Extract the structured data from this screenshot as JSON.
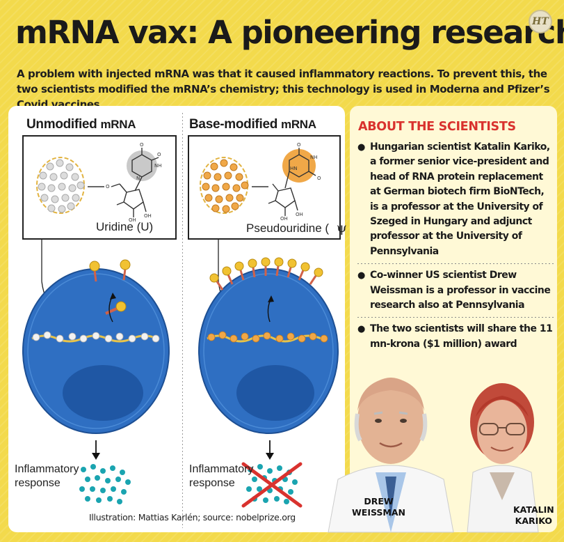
{
  "header": {
    "title": "mRNA vax: A pioneering research",
    "logo_text": "HT",
    "subtitle": "A problem with injected mRNA was that it caused inflammatory reactions. To prevent this, the two scientists modified the mRNA’s chemistry; this technology is used in Moderna and Pfizer’s Covid vaccines"
  },
  "left_column": {
    "heading_main": "Unmodified ",
    "heading_rna": "mRNA",
    "molecule_label": "Uridine (U)",
    "response_label_1": "Inflammatory",
    "response_label_2": "response"
  },
  "right_column": {
    "heading_main": "Base-modified ",
    "heading_rna": "mRNA",
    "molecule_label": "Pseudouridine (",
    "molecule_symbol": "ψ",
    "response_label_1": "Inflammatory",
    "response_label_2": "response"
  },
  "credit": "Illustration: Mattias Karlén; source: nobelprize.org",
  "about": {
    "heading": "ABOUT THE SCIENTISTS",
    "bullets": [
      "Hungarian scientist Katalin Kariko, a former senior vice-president and head of RNA protein replacement at German biotech firm BioNTech, is a professor at the University of Szeged in Hungary and adjunct professor at the University of Pennsylvania",
      "Co-winner US scientist Drew Weissman is a professor in vaccine research also at Pennsylvania",
      "The two scientists will share the 11 mn-krona ($1 million) award"
    ]
  },
  "people": {
    "drew_line1": "DREW",
    "drew_line2": "WEISSMAN",
    "katalin_line1": "KATALIN",
    "katalin_line2": "KARIKO"
  },
  "colors": {
    "background": "#f3da4c",
    "cell_blue": "#2f6fc2",
    "accent_red": "#d9322e",
    "dot_teal": "#1aa4b0",
    "modified_orange": "#f0a848"
  }
}
